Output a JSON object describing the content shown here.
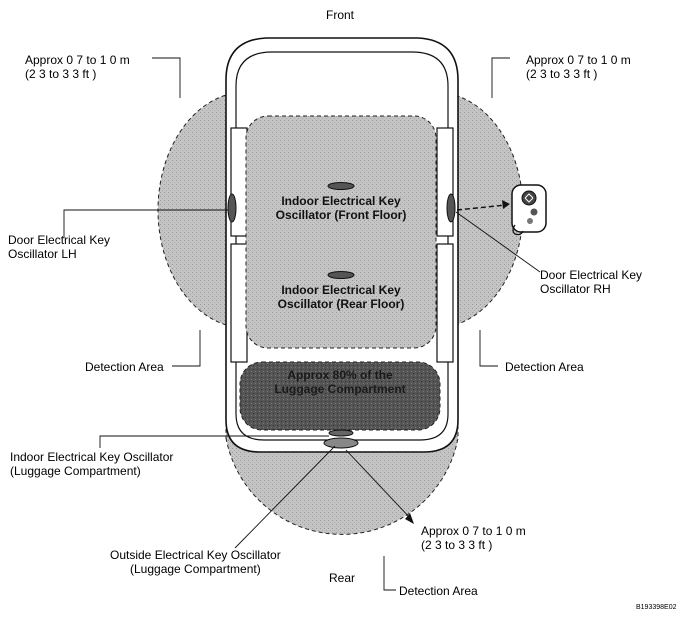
{
  "direction": {
    "front": "Front",
    "rear": "Rear"
  },
  "ranges": {
    "front_left": {
      "line1": "Approx  0 7 to 1 0 m",
      "line2": "(2 3 to 3 3 ft )"
    },
    "front_right": {
      "line1": "Approx  0 7 to 1 0 m",
      "line2": "(2 3 to 3 3 ft )"
    },
    "rear": {
      "line1": "Approx  0 7 to 1 0 m",
      "line2": "(2 3 to 3 3 ft )"
    }
  },
  "oscillators": {
    "door_lh": {
      "line1": "Door Electrical Key",
      "line2": "Oscillator LH"
    },
    "door_rh": {
      "line1": "Door Electrical Key",
      "line2": "Oscillator RH"
    },
    "indoor_front": {
      "line1": "Indoor Electrical Key",
      "line2": "Oscillator (Front Floor)"
    },
    "indoor_rear": {
      "line1": "Indoor Electrical Key",
      "line2": "Oscillator (Rear Floor)"
    },
    "indoor_luggage": {
      "line1": "Indoor Electrical Key Oscillator",
      "line2": "(Luggage Compartment)"
    },
    "outside_luggage": {
      "line1": "Outside Electrical Key Oscillator",
      "line2": "(Luggage Compartment)"
    }
  },
  "detection": {
    "left": "Detection Area",
    "right": "Detection Area",
    "rear": "Detection Area"
  },
  "luggage_zone": {
    "line1": "Approx  80% of the",
    "line2": "Luggage Compartment"
  },
  "figure_code": "B193398E02",
  "colors": {
    "detection_fill": "#c9c9c9",
    "cabin_fill": "#bfbfbf",
    "luggage_fill": "#4a4a4a",
    "oscillator_fill": "#555555"
  }
}
